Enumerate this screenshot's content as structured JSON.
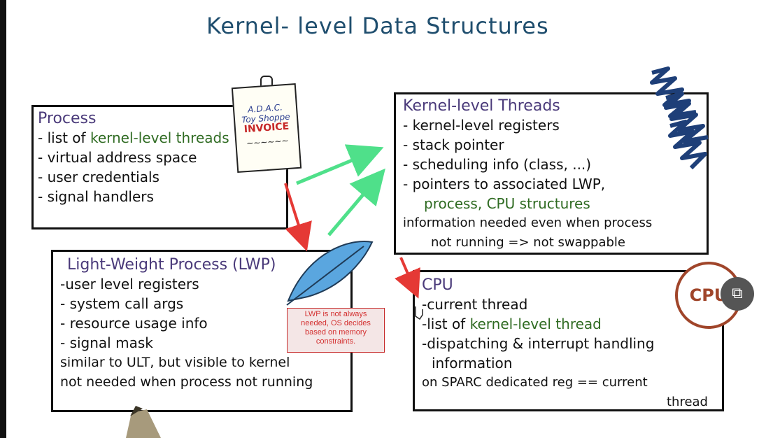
{
  "title": "Kernel- level Data Structures",
  "process": {
    "heading": "Process",
    "lines": [
      {
        "prefix": "- list of ",
        "accent": "kernel-level threads"
      },
      {
        "prefix": "- virtual address space",
        "accent": ""
      },
      {
        "prefix": "- user credentials",
        "accent": ""
      },
      {
        "prefix": "-  signal handlers",
        "accent": ""
      }
    ]
  },
  "klt": {
    "heading": "Kernel-level Threads",
    "lines": [
      "- kernel-level registers",
      "- stack pointer",
      "- scheduling info (class, ...)",
      "- pointers to associated LWP,"
    ],
    "line5": "process, CPU structures",
    "note1": "information needed even when process",
    "note2": "not running   => not swappable"
  },
  "lwp": {
    "heading": "Light-Weight Process (LWP)",
    "lines": [
      "-user level registers",
      "- system call args",
      "- resource usage info",
      "- signal mask"
    ],
    "note1": "similar to ULT, but visible to kernel",
    "note2": "not needed when process not running"
  },
  "cpu": {
    "heading": "CPU",
    "line1": "-current thread",
    "line2_prefix": "-list of ",
    "line2_accent": "kernel-level thread",
    "line3": "-dispatching & interrupt handling",
    "line4": "information",
    "note1": "on SPARC dedicated reg == current",
    "note2": "thread"
  },
  "invoice": {
    "line1": "A.D.A.C.",
    "line2": "Toy Shoppe",
    "line3": "INVOICE"
  },
  "tooltip": "LWP is not always needed, OS decides based on memory constraints.",
  "cpu_badge": "CPU",
  "colors": {
    "title": "#1f4e6e",
    "heading": "#4a3a7a",
    "accent_green": "#2f6b22",
    "arrow_red": "#e53935",
    "arrow_green": "#4fe08a",
    "thread_blue": "#1e3f78",
    "feather_blue": "#5aa6df"
  },
  "icons": [
    "invoice-icon",
    "feather-icon",
    "threads-squiggle-icon",
    "cpu-badge-icon",
    "pointer-hand-icon",
    "pen-tip-icon",
    "screen-toggle-icon"
  ]
}
